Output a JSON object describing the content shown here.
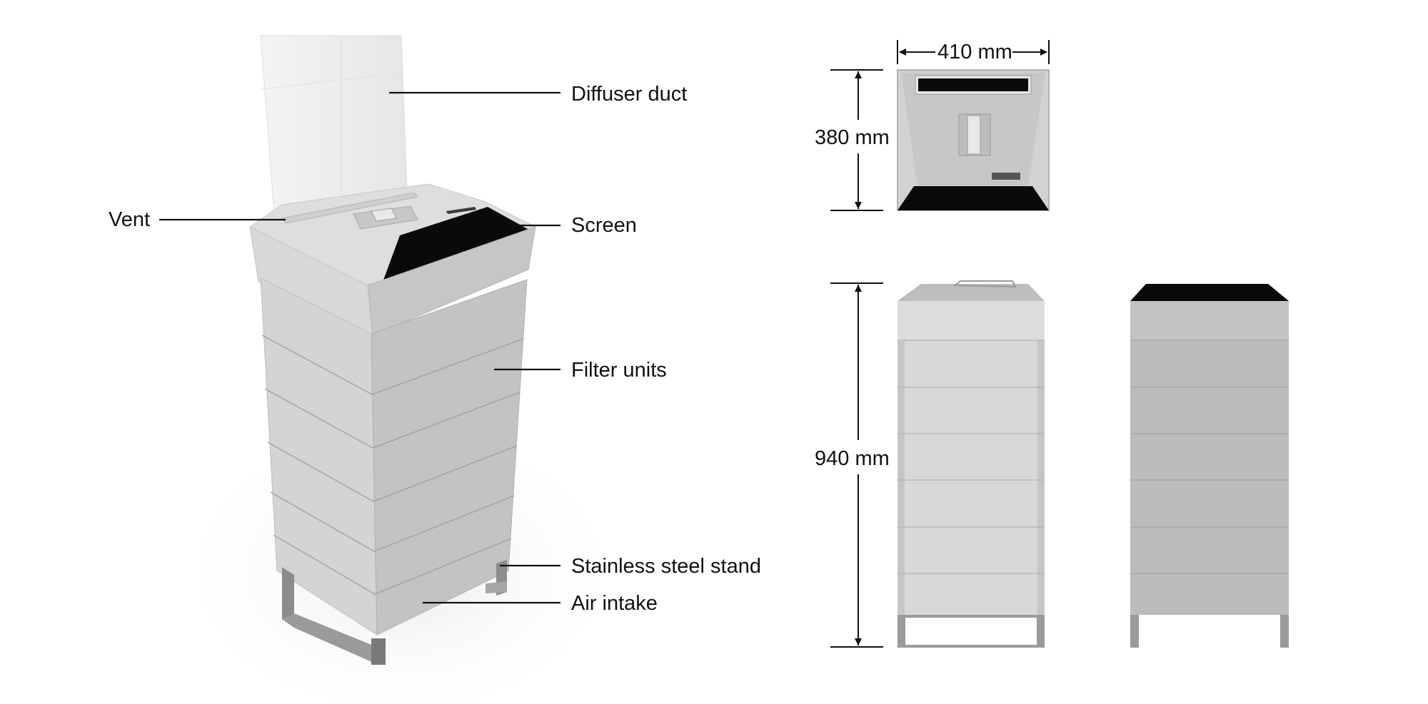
{
  "callouts": {
    "diffuser_duct": "Diffuser duct",
    "vent": "Vent",
    "screen": "Screen",
    "filter_units": "Filter units",
    "stainless_steel_stand": "Stainless steel stand",
    "air_intake": "Air intake"
  },
  "dimensions": {
    "width": "410 mm",
    "depth": "380 mm",
    "height": "940 mm"
  },
  "colors": {
    "body_light": "#d9d9d9",
    "body_mid": "#c4c4c4",
    "body_dark": "#b8b8b8",
    "screen": "#0a0a0a",
    "stand": "#8c8c8c",
    "duct": "#ececec"
  }
}
